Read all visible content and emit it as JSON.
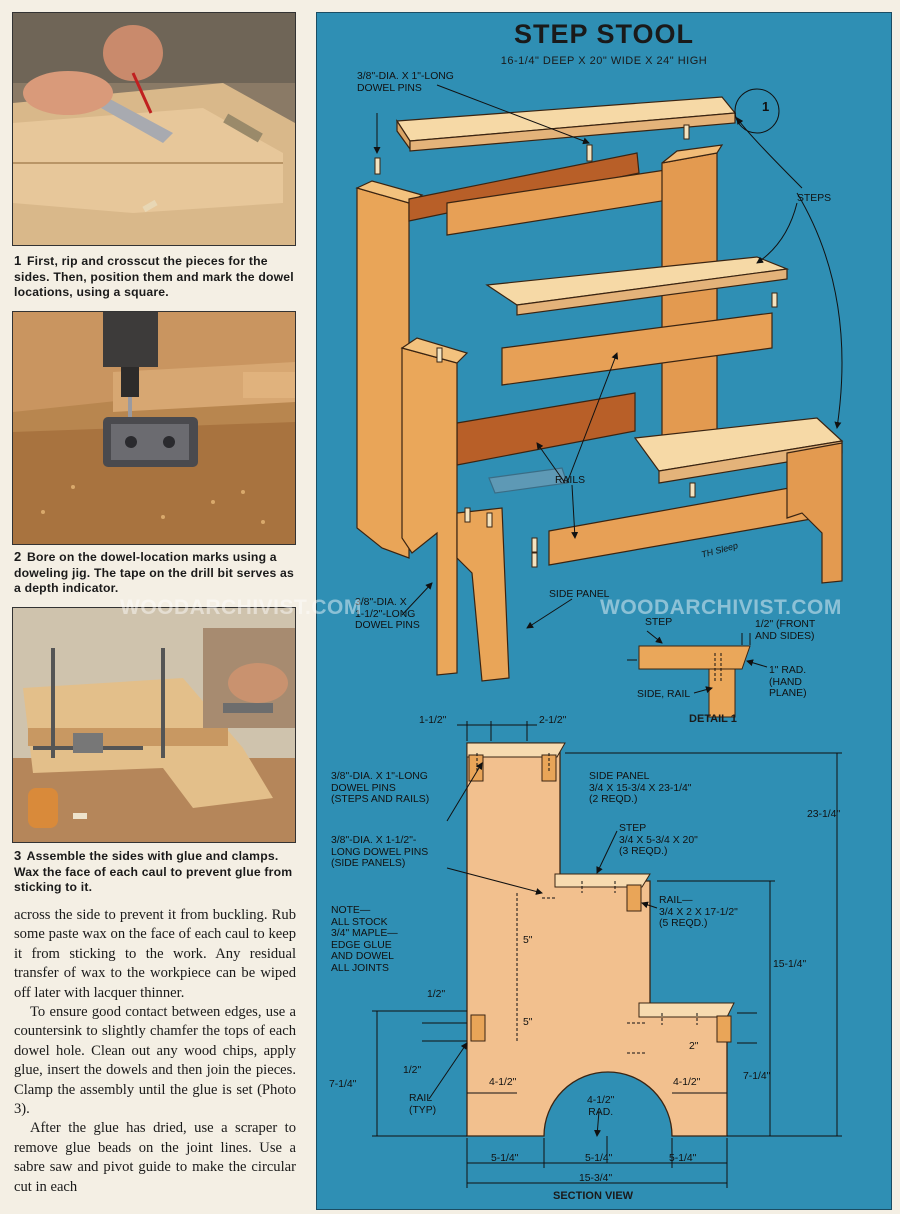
{
  "captions": [
    {
      "num": "1",
      "text": "First, rip and crosscut the pieces for the sides. Then, position them and mark the dowel locations, using a square."
    },
    {
      "num": "2",
      "text": "Bore on the dowel-location marks using a doweling jig. The tape on the drill bit serves as a depth indicator."
    },
    {
      "num": "3",
      "text": "Assemble the sides with glue and clamps. Wax the face of each caul to prevent glue from sticking to it."
    }
  ],
  "body": {
    "p1": "across the side to prevent it from buckling. Rub some paste wax on the face of each caul to keep it from sticking to the work. Any residual transfer of wax to the workpiece can be wiped off later with lacquer thinner.",
    "p2": "To ensure good contact between edges, use a countersink to slightly chamfer the tops of each dowel hole. Clean out any wood chips, apply glue, insert the dowels and then join the pieces. Clamp the assembly until the glue is set (Photo 3).",
    "p3": "After the glue has dried, use a scraper to remove glue beads on the joint lines. Use a sabre saw and pivot guide to make the circular cut in each"
  },
  "drawing": {
    "title": "STEP STOOL",
    "subtitle": "16-1/4\" DEEP X 20\" WIDE X 24\" HIGH",
    "labels": {
      "dowel_top": "3/8\"-DIA. X 1\"-LONG\nDOWEL PINS",
      "steps": "STEPS",
      "rails": "RAILS",
      "side_panel": "SIDE PANEL",
      "dowel_side": "3/8\"-DIA. X\n1-1/2\"-LONG\nDOWEL PINS",
      "detail_num": "1",
      "signature": "TH Sleep"
    },
    "detail": {
      "title": "DETAIL 1",
      "step": "STEP",
      "front": "1/2\" (FRONT\nAND SIDES)",
      "radius": "1\" RAD.\n(HAND\nPLANE)",
      "side_rail": "SIDE, RAIL"
    },
    "section": {
      "title": "SECTION VIEW",
      "dim_top_left": "1-1/2\"",
      "dim_top_right": "2-1/2\"",
      "dowel_steps": "3/8\"-DIA. X 1\"-LONG\nDOWEL PINS\n(STEPS AND RAILS)",
      "side_panel": "SIDE PANEL\n3/4 X 15-3/4 X 23-1/4\"\n(2 REQD.)",
      "dowel_panels": "3/8\"-DIA. X 1-1/2\"-\nLONG DOWEL PINS\n(SIDE PANELS)",
      "step": "STEP\n3/4 X 5-3/4 X 20\"\n(3 REQD.)",
      "rail": "RAIL—\n3/4 X 2 X 17-1/2\"\n(5 REQD.)",
      "note": "NOTE—\nALL STOCK\n3/4\" MAPLE—\nEDGE GLUE\nAND DOWEL\nALL JOINTS",
      "dim_height": "23-1/4\"",
      "dim_15_14": "15-1/4\"",
      "dim_5a": "5\"",
      "dim_5b": "5\"",
      "dim_half_a": "1/2\"",
      "dim_half_b": "1/2\"",
      "dim_2": "2\"",
      "dim_7_14_left": "7-1/4\"",
      "dim_7_14_right": "7-1/4\"",
      "dim_4_12_left": "4-1/2\"",
      "dim_4_12_right": "4-1/2\"",
      "radius": "4-1/2\"\nRAD.",
      "rail_typ": "RAIL\n(TYP)",
      "dim_5_14_a": "5-1/4\"",
      "dim_5_14_b": "5-1/4\"",
      "dim_5_14_c": "5-1/4\"",
      "dim_15_34": "15-3/4\""
    }
  },
  "watermark": [
    "WOODARCHIVIST.COM",
    "WOODARCHIVIST.COM"
  ],
  "colors": {
    "blueprint": "#2f8fb4",
    "wood": "#e9a558",
    "wood_dark": "#c9783a",
    "rail": "#d88a45"
  }
}
